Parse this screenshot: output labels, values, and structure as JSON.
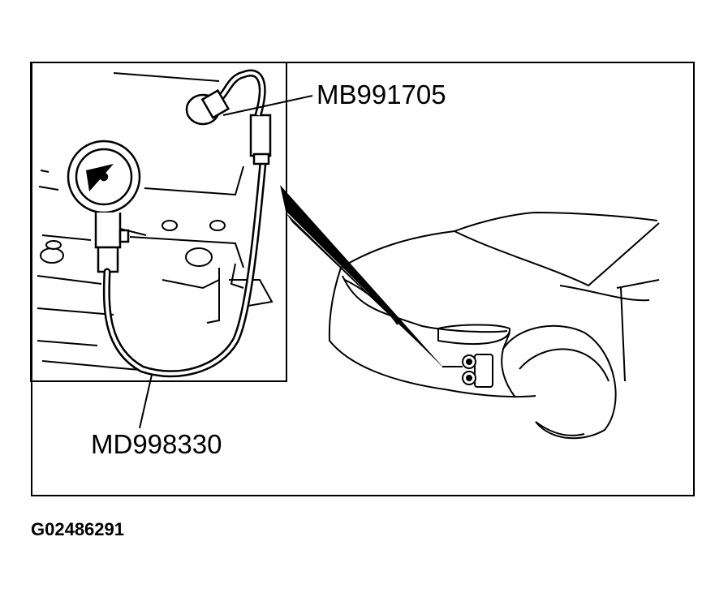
{
  "callouts": {
    "pressure_gauge_adapter": "MB991705",
    "pressure_gauge_set": "MD998330"
  },
  "figure_id": "G02486291",
  "colors": {
    "ink": "#000000",
    "paper": "#ffffff"
  }
}
